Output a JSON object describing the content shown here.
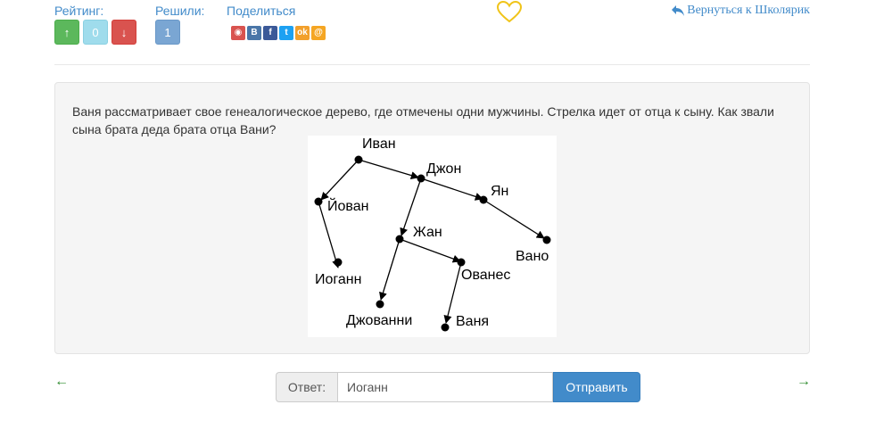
{
  "header": {
    "rating_label": "Рейтинг:",
    "solved_label": "Решили:",
    "share_label": "Поделиться",
    "vote_up": "↑",
    "vote_count": "0",
    "vote_down": "↓",
    "solved_count": "1",
    "back_link": "Вернуться к Школярик",
    "share_icons": [
      {
        "name": "speaker-icon",
        "glyph": "◉",
        "color": "#d9534f"
      },
      {
        "name": "vk-icon",
        "glyph": "В",
        "color": "#4a76a8"
      },
      {
        "name": "facebook-icon",
        "glyph": "f",
        "color": "#3b5998"
      },
      {
        "name": "twitter-icon",
        "glyph": "t",
        "color": "#1da1f2"
      },
      {
        "name": "odnoklassniki-icon",
        "glyph": "ok",
        "color": "#f2a02c"
      },
      {
        "name": "mailru-icon",
        "glyph": "@",
        "color": "#f5a623"
      }
    ]
  },
  "task": {
    "text": "Ваня рассматривает свое генеалогическое дерево, где отмечены одни мужчины. Стрелка идет от отца к сыну. Как звали сына брата деда брата отца Вани?",
    "tree": {
      "names": [
        "Иван",
        "Джон",
        "Ян",
        "Йован",
        "Жан",
        "Вано",
        "Иоганн",
        "Ованес",
        "Джованни",
        "Ваня"
      ]
    }
  },
  "answer": {
    "label": "Ответ:",
    "value": "Иоганн",
    "submit": "Отправить"
  },
  "nav": {
    "prev": "←",
    "next": "→"
  }
}
